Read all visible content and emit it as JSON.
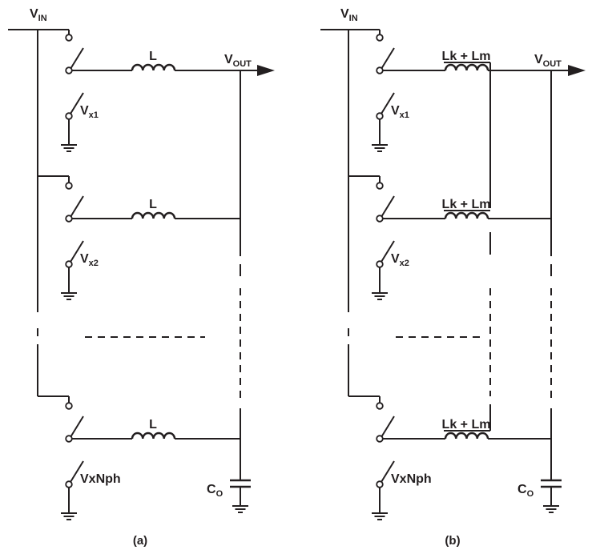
{
  "colors": {
    "ink": "#231f20",
    "background": "#ffffff"
  },
  "diagrams": [
    {
      "caption": "(a)",
      "vin": {
        "main": "V",
        "sub": "IN"
      },
      "vout": {
        "main": "V",
        "sub": "OUT"
      },
      "cap": {
        "main": "C",
        "sub": "O"
      },
      "phases": [
        {
          "inductor": "L",
          "vx_main": "V",
          "vx_sub": "x1"
        },
        {
          "inductor": "L",
          "vx_main": "V",
          "vx_sub": "x2"
        },
        {
          "inductor": "L",
          "vx_main": "VxNph",
          "vx_sub": ""
        }
      ]
    },
    {
      "caption": "(b)",
      "vin": {
        "main": "V",
        "sub": "IN"
      },
      "vout": {
        "main": "V",
        "sub": "OUT"
      },
      "cap": {
        "main": "C",
        "sub": "O"
      },
      "phases": [
        {
          "inductor": "Lk + Lm",
          "vx_main": "V",
          "vx_sub": "x1"
        },
        {
          "inductor": "Lk + Lm",
          "vx_main": "V",
          "vx_sub": "x2"
        },
        {
          "inductor": "Lk + Lm",
          "vx_main": "VxNph",
          "vx_sub": ""
        }
      ]
    }
  ]
}
